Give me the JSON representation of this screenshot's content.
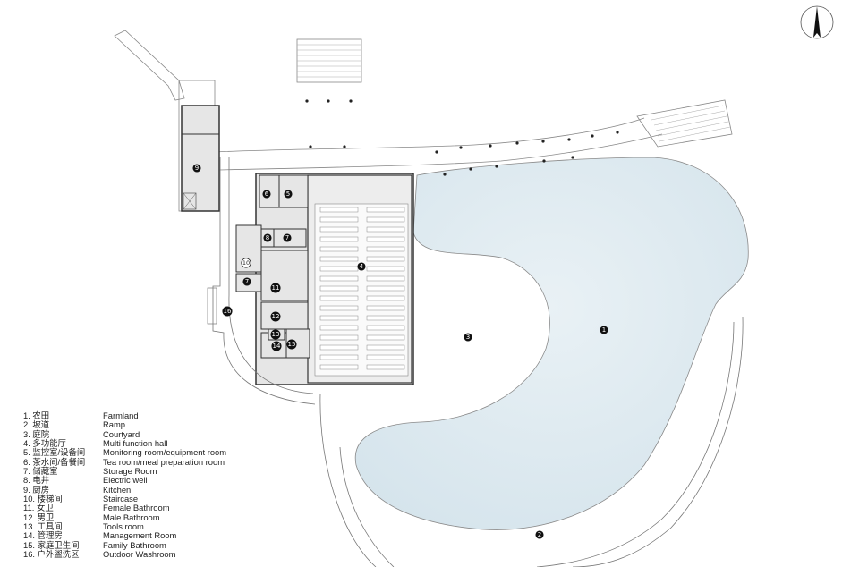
{
  "legend": [
    {
      "zh": "1. 农田",
      "en": "Farmland"
    },
    {
      "zh": "2. 坡道",
      "en": "Ramp"
    },
    {
      "zh": "3. 庭院",
      "en": "Courtyard"
    },
    {
      "zh": "4. 多功能厅",
      "en": "Multi function hall"
    },
    {
      "zh": "5. 监控室/设备间",
      "en": "Monitoring room/equipment room"
    },
    {
      "zh": "6. 茶水间/备餐间",
      "en": "Tea room/meal preparation room"
    },
    {
      "zh": "7. 储藏室",
      "en": "Storage Room"
    },
    {
      "zh": "8. 电井",
      "en": "Electric well"
    },
    {
      "zh": "9. 厨房",
      "en": "Kitchen"
    },
    {
      "zh": "10. 楼梯间",
      "en": "Staircase"
    },
    {
      "zh": "11. 女卫",
      "en": "Female Bathroom"
    },
    {
      "zh": "12. 男卫",
      "en": "Male Bathroom"
    },
    {
      "zh": "13. 工具间",
      "en": "Tools room"
    },
    {
      "zh": "14. 管理房",
      "en": "Management Room"
    },
    {
      "zh": "15. 家庭卫生间",
      "en": "Family Bathroom"
    },
    {
      "zh": "16. 户外盥洗区",
      "en": "Outdoor Washroom"
    }
  ],
  "markers": [
    "1",
    "2",
    "3",
    "4",
    "5",
    "6",
    "7",
    "7",
    "8",
    "9",
    "10",
    "11",
    "12",
    "13",
    "14",
    "15",
    "16"
  ],
  "colors": {
    "water": "#dde9ef",
    "wall": "#333333",
    "fill": "#e6e6e6",
    "line": "#9a9a9a"
  }
}
